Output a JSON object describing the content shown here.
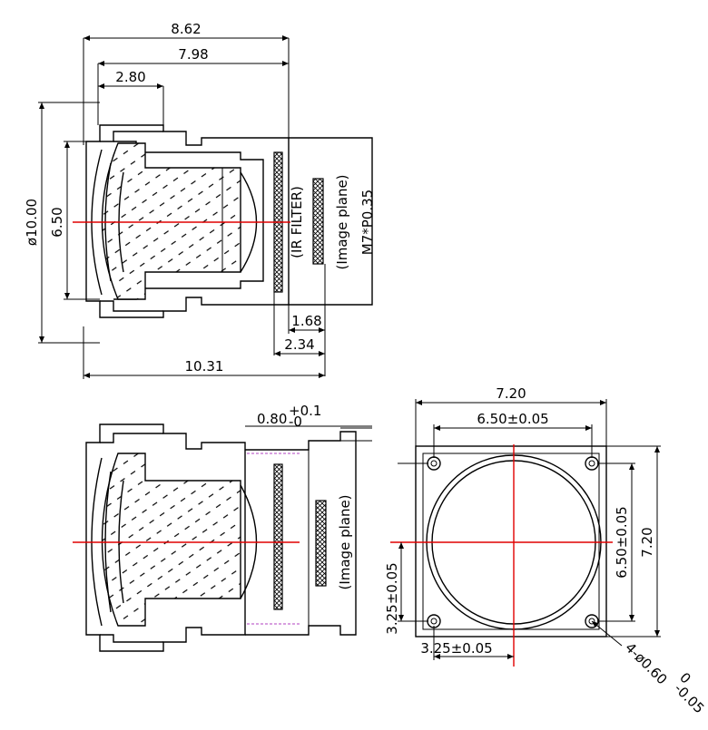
{
  "side_view": {
    "dim_total_width": "8.62",
    "dim_body_width": "7.98",
    "dim_front": "2.80",
    "dim_diameter": "ø10.00",
    "dim_inner": "6.50",
    "dim_ir_gap": "1.68",
    "dim_plane_gap": "2.34",
    "dim_overall": "10.31",
    "label_ir_filter": "(IR FILTER)",
    "label_image_plane": "(Image plane)",
    "label_thread": "M7*P0.35"
  },
  "bottom_side_view": {
    "dim_flange": "0.80",
    "dim_flange_tol_upper": "+0.1",
    "dim_flange_tol_lower": "-0",
    "label_image_plane": "(Image plane)"
  },
  "holder_view": {
    "dim_outer_width": "7.20",
    "dim_hole_spacing_h": "6.50±0.05",
    "dim_hole_spacing_v": "6.50±0.05",
    "dim_outer_height": "7.20",
    "dim_offset_v": "3.25±0.05",
    "dim_offset_h": "3.25±0.05",
    "label_holes": "4-ø0.60",
    "label_holes_tol": "0",
    "label_holes_tol2": "-0.05"
  }
}
